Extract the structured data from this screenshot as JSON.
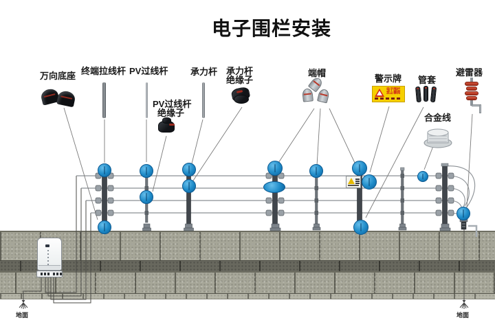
{
  "title": "电子围栏安装",
  "labels": {
    "universal_base": "万向底座",
    "terminal_pull_pole": "终端拉线杆",
    "pv_pass_pole": "PV过线杆",
    "pv_insulator_line1": "PV过线杆",
    "pv_insulator_line2": "绝缘子",
    "load_pole": "承力杆",
    "load_insulator_line1": "承力杆",
    "load_insulator_line2": "绝缘子",
    "end_caps": "端帽",
    "warning_sign": "警示牌",
    "pipe_sleeves": "管套",
    "lightning_arrester": "避雷器",
    "alloy_wire": "合金线",
    "ground": "地面"
  },
  "warning_sign_plate": {
    "line1": "电子围栏",
    "line2": "禁止攀爬"
  },
  "colors": {
    "insulator_blue": "#1f8cc9",
    "sign_yellow": "#f6cf00",
    "arrester_red": "#c23b22",
    "wall_gray": "#a6a698",
    "pole_dark": "#41464c"
  }
}
